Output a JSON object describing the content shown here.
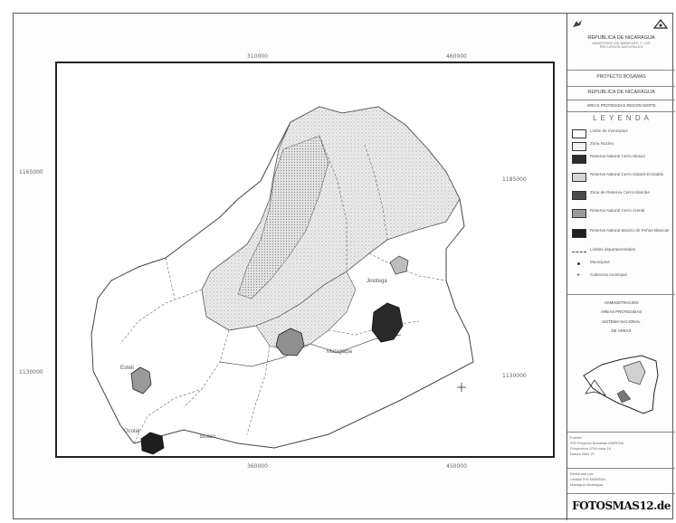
{
  "map": {
    "coords": {
      "top": [
        "310000",
        "460000"
      ],
      "bottom": [
        "360000",
        "450000"
      ],
      "left": [
        "1165000",
        "1130000"
      ],
      "right": [
        "1185000",
        "1130000"
      ]
    },
    "places": {
      "jinotega": "Jinotega",
      "matagalpa": "Matagalpa",
      "esteli": "Estelí",
      "ocotal": "Ocotal",
      "boaco": "Boaco"
    }
  },
  "legend_panel": {
    "header_lines": [
      "REPUBLICA DE NICARAGUA",
      "MINISTERIO DE AMBIENTE Y LOS",
      "RECURSOS NATURALES"
    ],
    "project": "PROYECTO BOSAWAS",
    "region": "REPUBLICA DE NICARAGUA",
    "subtitle": "AREAS PROTEGIDAS REGION NORTE",
    "legend_title": "L E Y E N D A",
    "items": [
      {
        "label": "Limite de municipios",
        "fill": "#ffffff",
        "sym": "box"
      },
      {
        "label": "Zona Nucleo",
        "fill": "#f4f4f4",
        "sym": "box"
      },
      {
        "label": "Reserva Natural Cerro Musun",
        "fill": "#2b2b2b",
        "sym": "box"
      },
      {
        "label": "Reserva Natural Cerro Datanli El Diablo",
        "fill": "#d6d6d6",
        "sym": "box"
      },
      {
        "label": "Zona de Reserva Cerro Kilambe",
        "fill": "#4a4a4a",
        "sym": "box"
      },
      {
        "label": "Reserva Natural Cerro Arenal",
        "fill": "#9a9a9a",
        "sym": "box"
      },
      {
        "label": "Reserva Natural Macizo de Peñas Blancas",
        "fill": "#1e1e1e",
        "sym": "box"
      },
      {
        "label": "Limites departamentales",
        "fill": "",
        "sym": "line"
      },
      {
        "label": "Municipios",
        "fill": "",
        "sym": "dot"
      },
      {
        "label": "Cabecera municipal",
        "fill": "",
        "sym": "plus"
      }
    ],
    "admin_lines": [
      "ADMINISTRACION",
      "AREAS PROTEGIDAS",
      "SISTEMA NACIONAL",
      "DE AREAS"
    ],
    "source_lines": [
      "Fuente:",
      "SIG Proyecto Bosawas MARENA",
      "Proyeccion UTM zona 16",
      "Datum NAD 27"
    ],
    "credit_lines": [
      "Elaborado por:",
      "Unidad SIG MARENA",
      "Managua Nicaragua"
    ],
    "logo_text": "FOTOSMAS12.de"
  },
  "colors": {
    "dept_light": "#ebebeb",
    "dept_stipple": "#d9d9d9",
    "outline": "#444444",
    "reserve_dark": "#2a2a2a",
    "reserve_mid": "#8f8f8f"
  }
}
